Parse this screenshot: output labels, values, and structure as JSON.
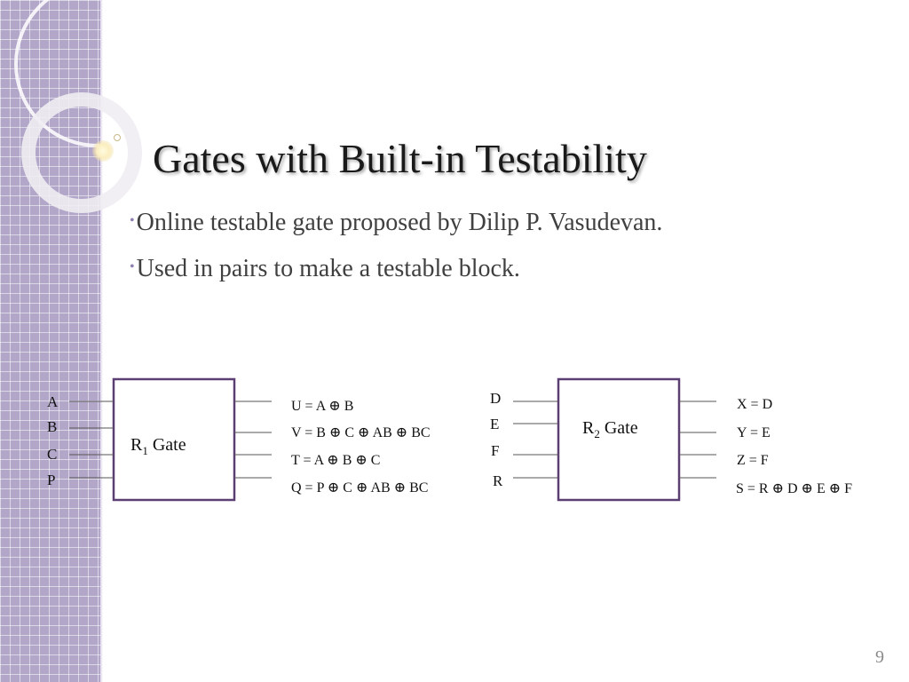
{
  "title": "Gates with Built-in Testability",
  "bullets": [
    "Online testable gate proposed by Dilip P. Vasudevan.",
    "Used in pairs to make a testable block."
  ],
  "bullet_glyph": "•",
  "colors": {
    "sidebar": "#b2a6c9",
    "gate_border": "#5b3f73",
    "accent": "#8f7fb3"
  },
  "diagram": {
    "r1": {
      "label_main": "R",
      "label_sub": "1",
      "label_rest": " Gate",
      "inputs": [
        "A",
        "B",
        "C",
        "P"
      ],
      "outputs": [
        "U = A ⊕ B",
        "V = B ⊕ C ⊕ AB ⊕ BC",
        "T = A ⊕ B ⊕ C",
        "Q = P ⊕ C ⊕ AB ⊕ BC"
      ]
    },
    "r2": {
      "label_main": "R",
      "label_sub": "2",
      "label_rest": " Gate",
      "inputs": [
        "D",
        "E",
        "F",
        "R"
      ],
      "outputs": [
        "X = D",
        "Y = E",
        "Z = F",
        "S = R ⊕ D ⊕ E ⊕ F"
      ]
    }
  },
  "page_number": "9"
}
